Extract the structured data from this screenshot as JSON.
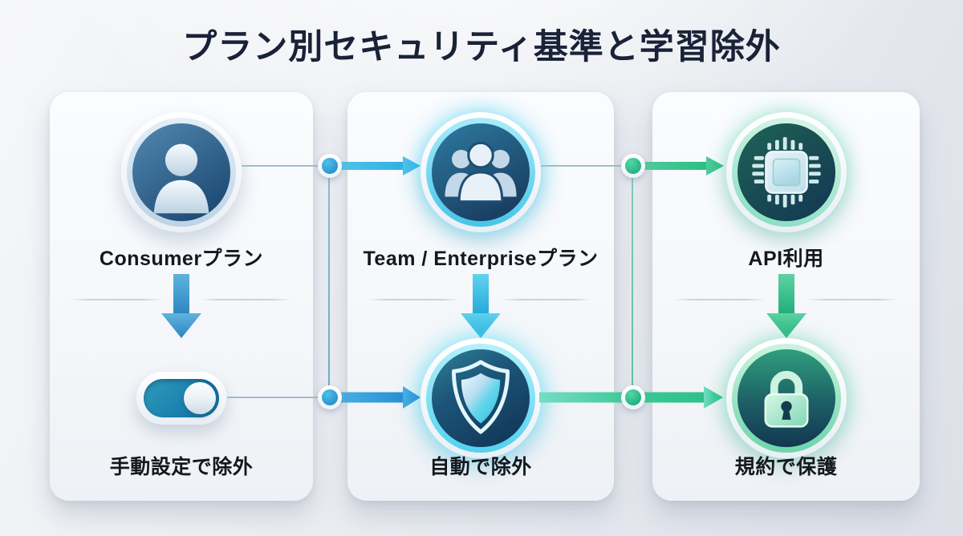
{
  "title": "プラン別セキュリティ基準と学習除外",
  "columns": [
    {
      "name": "consumer-plan",
      "top": {
        "icon": "user-icon",
        "label": "Consumerプラン"
      },
      "bottom": {
        "icon": "toggle-switch",
        "label": "手動設定で除外",
        "state": "on"
      }
    },
    {
      "name": "team-enterprise-plan",
      "top": {
        "icon": "users-group-icon",
        "label": "Team / Enterpriseプラン"
      },
      "bottom": {
        "icon": "shield-icon",
        "label": "自動で除外"
      }
    },
    {
      "name": "api-usage",
      "top": {
        "icon": "cpu-chip-icon",
        "label": "API利用"
      },
      "bottom": {
        "icon": "padlock-icon",
        "label": "規約で保護"
      }
    }
  ],
  "flows": [
    {
      "from": "consumer-plan",
      "to": "team-enterprise-plan",
      "row": "top",
      "color": "#39b9e8"
    },
    {
      "from": "team-enterprise-plan",
      "to": "api-usage",
      "row": "top",
      "color": "#33c28d"
    },
    {
      "from": "consumer-plan-top",
      "to": "consumer-plan-bottom",
      "row": "down",
      "color": "#3496d0"
    },
    {
      "from": "team-enterprise-plan-top",
      "to": "team-enterprise-plan-bottom",
      "row": "down",
      "color": "#38c2e6"
    },
    {
      "from": "api-usage-top",
      "to": "api-usage-bottom",
      "row": "down",
      "color": "#35bd88"
    },
    {
      "from": "consumer-plan",
      "to": "team-enterprise-plan",
      "row": "bottom",
      "color": "#2e9ad8"
    },
    {
      "from": "team-enterprise-plan",
      "to": "api-usage",
      "row": "bottom",
      "color": "#35c695"
    }
  ],
  "colors": {
    "page_bg": "#e9ebf0",
    "card_bg": "#f7f9fb",
    "title_text": "#1a2238",
    "label_text": "#14181f",
    "accent_blue": "#2e8fc9",
    "accent_cyan": "#35c0e6",
    "accent_green": "#2fbf8c"
  }
}
